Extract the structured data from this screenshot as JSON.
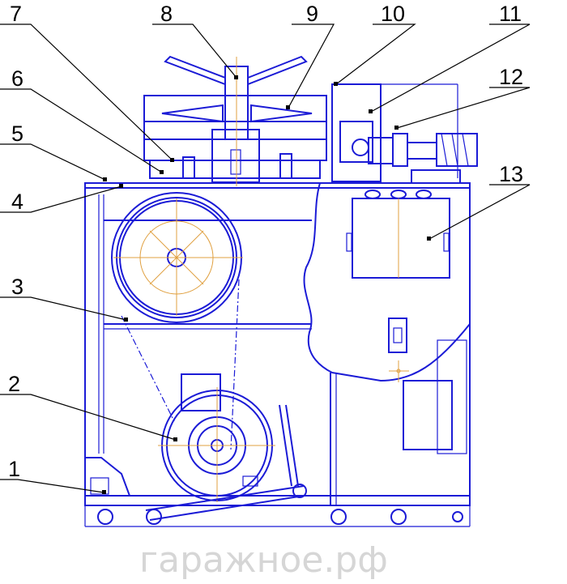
{
  "callouts": [
    {
      "label": "1"
    },
    {
      "label": "2"
    },
    {
      "label": "3"
    },
    {
      "label": "4"
    },
    {
      "label": "5"
    },
    {
      "label": "6"
    },
    {
      "label": "7"
    },
    {
      "label": "8"
    },
    {
      "label": "9"
    },
    {
      "label": "10"
    },
    {
      "label": "11"
    },
    {
      "label": "12"
    },
    {
      "label": "13"
    }
  ],
  "watermark": {
    "text": "гаражное.рф"
  },
  "colors": {
    "line": "#1b1bd6",
    "centerline": "#e0a040",
    "leader": "#000000"
  }
}
